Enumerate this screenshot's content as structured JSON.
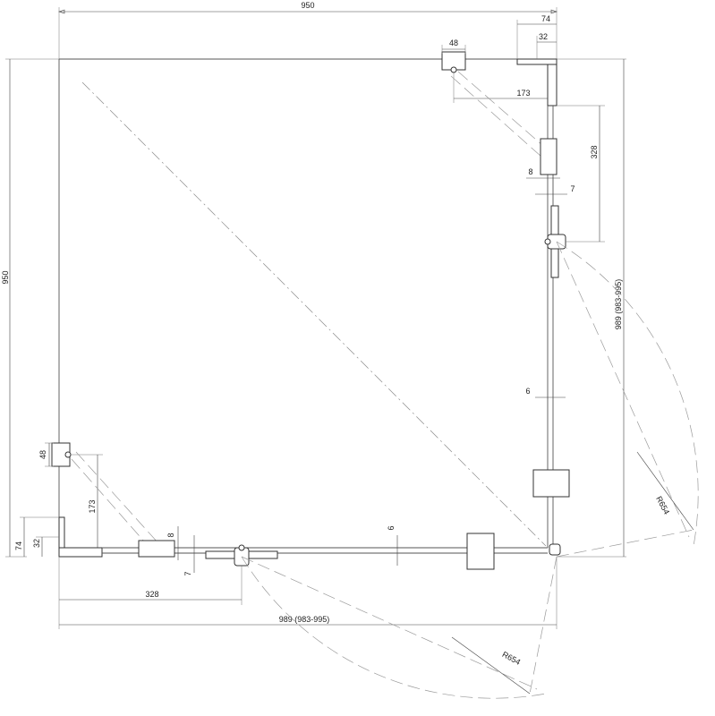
{
  "labels": {
    "top_width": "950",
    "left_height": "950",
    "right_profile_width": "74",
    "right_profile_inner": "32",
    "top_hinge_width": "48",
    "top_hinge_offset": "173",
    "right_door_offset": "328",
    "right_gap_8": "8",
    "right_gap_7": "7",
    "right_glass_6": "6",
    "right_total": "989 (983-995)",
    "right_radius": "R654",
    "left_hinge_height": "48",
    "left_hinge_offset": "173",
    "left_profile_height": "74",
    "left_profile_inner": "32",
    "bottom_gap_8": "8",
    "bottom_gap_7": "7",
    "bottom_glass_6": "6",
    "bottom_door_offset": "328",
    "bottom_total": "989 (983-995)",
    "bottom_radius": "R654"
  }
}
